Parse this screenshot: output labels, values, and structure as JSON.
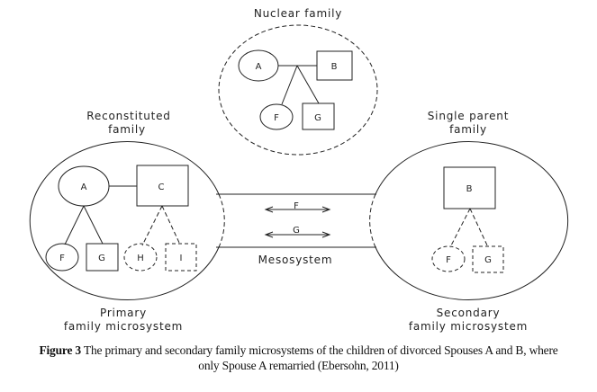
{
  "diagram": {
    "nuclear": {
      "title": "Nuclear family",
      "members": {
        "A": "A",
        "B": "B",
        "F": "F",
        "G": "G"
      }
    },
    "primary": {
      "title_line1": "Reconstituted",
      "title_line2": "family",
      "footer_line1": "Primary",
      "footer_line2": "family microsystem",
      "members": {
        "A": "A",
        "C": "C",
        "F": "F",
        "G": "G",
        "H": "H",
        "I": "I"
      }
    },
    "secondary": {
      "title_line1": "Single parent",
      "title_line2": "family",
      "footer_line1": "Secondary",
      "footer_line2": "family microsystem",
      "members": {
        "B": "B",
        "F": "F",
        "G": "G"
      }
    },
    "mesosystem": {
      "label": "Mesosystem",
      "arrow1": "F",
      "arrow2": "G"
    }
  },
  "caption": {
    "figure_label": "Figure 3",
    "line1": " The primary and secondary family microsystems of the children of divorced Spouses A and B, where",
    "line2": "only Spouse A remarried (Ebersohn, 2011)"
  }
}
